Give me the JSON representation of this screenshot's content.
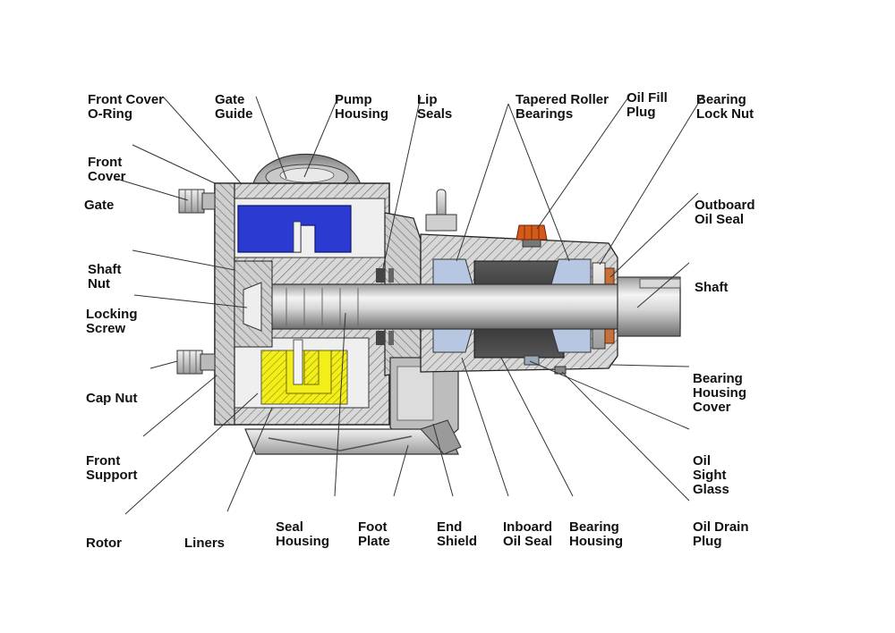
{
  "colors": {
    "rotor_blue": "#2b3bd1",
    "liner_yellow": "#f2ee1a",
    "orange_plug": "#d35a1a",
    "steel_light": "#e6e6e6",
    "steel_mid": "#b4b4b4",
    "steel_dark": "#555555",
    "hatch": "#777777",
    "leader_line": "#333333"
  },
  "labels": {
    "front_cover_oring": [
      "Front Cover",
      "O-Ring"
    ],
    "gate_guide": [
      "Gate",
      "Guide"
    ],
    "pump_housing": [
      "Pump",
      "Housing"
    ],
    "lip_seals": [
      "Lip",
      "Seals"
    ],
    "tapered_roller_bearings": [
      "Tapered Roller",
      "Bearings"
    ],
    "oil_fill_plug": [
      "Oil Fill",
      "Plug"
    ],
    "bearing_lock_nut": [
      "Bearing",
      "Lock Nut"
    ],
    "front_cover": [
      "Front",
      "Cover"
    ],
    "gate": [
      "Gate"
    ],
    "outboard_oil_seal": [
      "Outboard",
      "Oil Seal"
    ],
    "shaft_nut": [
      "Shaft",
      "Nut"
    ],
    "shaft": [
      "Shaft"
    ],
    "locking_screw": [
      "Locking",
      "Screw"
    ],
    "bearing_housing_cover": [
      "Bearing",
      "Housing",
      "Cover"
    ],
    "cap_nut": [
      "Cap Nut"
    ],
    "oil_sight_glass": [
      "Oil",
      "Sight",
      "Glass"
    ],
    "front_support": [
      "Front",
      "Support"
    ],
    "rotor": [
      "Rotor"
    ],
    "liners": [
      "Liners"
    ],
    "seal_housing": [
      "Seal",
      "Housing"
    ],
    "foot_plate": [
      "Foot",
      "Plate"
    ],
    "end_shield": [
      "End",
      "Shield"
    ],
    "inboard_oil_seal": [
      "Inboard",
      "Oil Seal"
    ],
    "bearing_housing": [
      "Bearing",
      "Housing"
    ],
    "oil_drain_plug": [
      "Oil Drain",
      "Plug"
    ]
  }
}
